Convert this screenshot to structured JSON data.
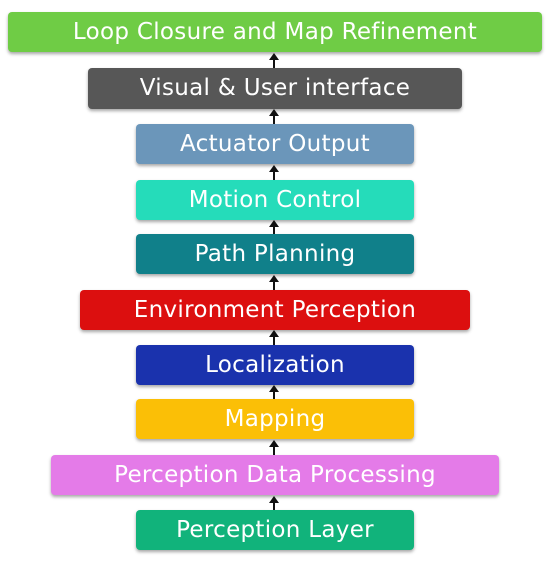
{
  "layers": [
    {
      "label": "Loop Closure and Map Refinement",
      "color": "#6fcc45"
    },
    {
      "label": "Visual & User interface",
      "color": "#575757"
    },
    {
      "label": "Actuator Output",
      "color": "#6b96ba"
    },
    {
      "label": "Motion Control",
      "color": "#25dcba"
    },
    {
      "label": "Path Planning",
      "color": "#10808a"
    },
    {
      "label": "Environment Perception",
      "color": "#dc0f0f"
    },
    {
      "label": "Localization",
      "color": "#1a32ad"
    },
    {
      "label": "Mapping",
      "color": "#fbbf06"
    },
    {
      "label": "Perception Data Processing",
      "color": "#e47be8"
    },
    {
      "label": "Perception Layer",
      "color": "#11b37b"
    }
  ]
}
